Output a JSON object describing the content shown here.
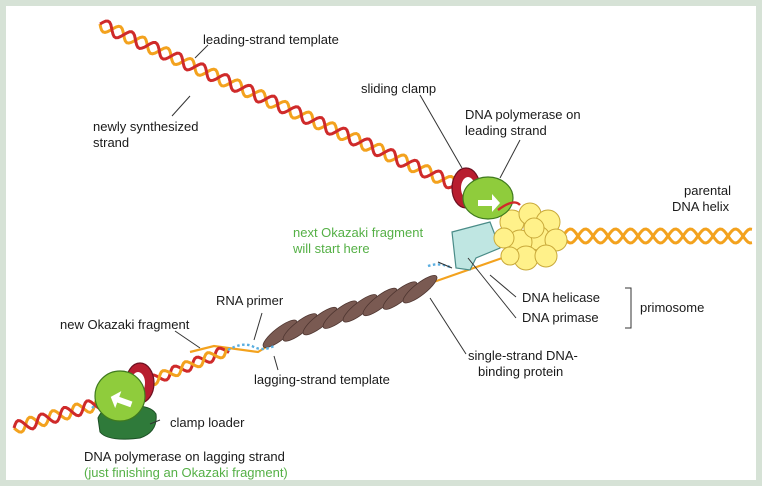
{
  "labels": {
    "leading_strand_template": "leading-strand template",
    "newly_synthesized_1": "newly synthesized",
    "newly_synthesized_2": "strand",
    "sliding_clamp": "sliding clamp",
    "pol_leading_1": "DNA polymerase on",
    "pol_leading_2": "leading strand",
    "parental_1": "parental",
    "parental_2": "DNA helix",
    "next_okazaki_1": "next Okazaki fragment",
    "next_okazaki_2": "will start here",
    "rna_primer": "RNA primer",
    "new_okazaki": "new Okazaki fragment",
    "dna_helicase": "DNA helicase",
    "dna_primase": "DNA primase",
    "primosome": "primosome",
    "ssb_1": "single-strand DNA-",
    "ssb_2": "binding protein",
    "lagging_template": "lagging-strand template",
    "clamp_loader": "clamp loader",
    "pol_lagging_1": "DNA polymerase on lagging strand",
    "pol_lagging_2": "(just finishing an Okazaki fragment)"
  },
  "colors": {
    "template_strand": "#f3a21e",
    "new_strand": "#cf2a2a",
    "rna_primer": "#5aaee0",
    "polymerase": "#8fcc3c",
    "clamp": "#b81d2f",
    "helicase": "#fff18a",
    "primase": "#bfe6e2",
    "ssb": "#7a5a52",
    "clamp_loader": "#2f7a3a",
    "green_text": "#55b046"
  }
}
